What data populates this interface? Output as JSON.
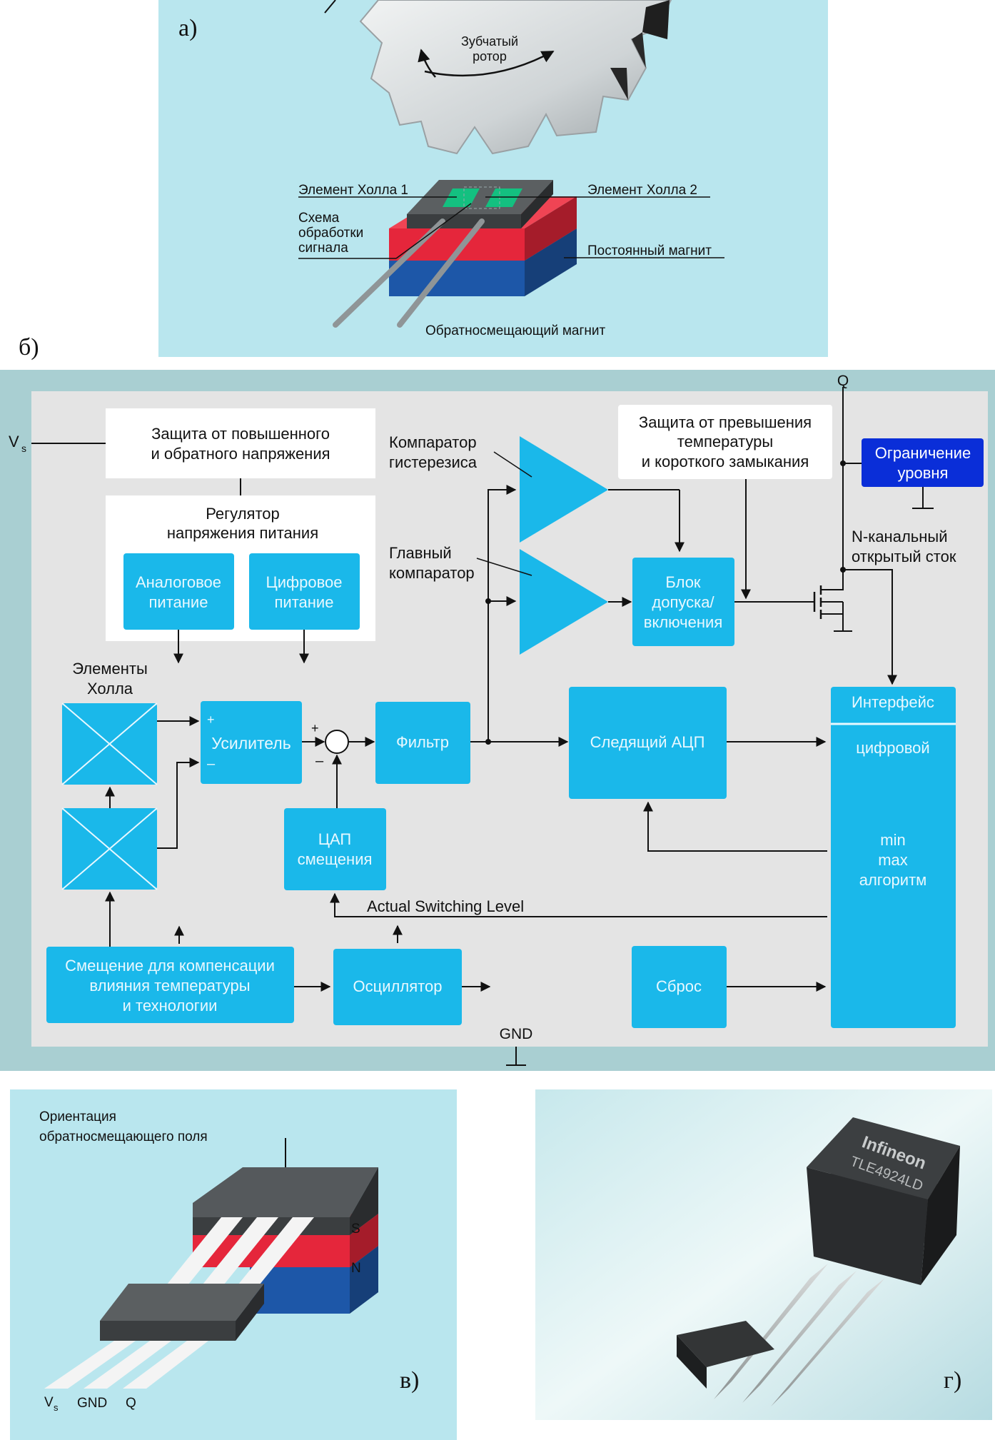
{
  "figure_labels": {
    "a": "а)",
    "b": "б)",
    "v": "в)",
    "g": "г)"
  },
  "panel_a": {
    "rotor_label_1": "Зубчатый",
    "rotor_label_2": "ротор",
    "hall_1": "Элемент Холла 1",
    "hall_2": "Элемент Холла 2",
    "signal_1": "Схема",
    "signal_2": "обработки",
    "signal_3": "сигнала",
    "permanent_magnet": "Постоянный магнит",
    "back_bias_magnet": "Обратносмещающий магнит"
  },
  "panel_b": {
    "vs": "V",
    "vs_sub": "s",
    "q": "Q",
    "gnd": "GND",
    "protection_voltage_1": "Защита от повышенного",
    "protection_voltage_2": "и обратного напряжения",
    "regulator_1": "Регулятор",
    "regulator_2": "напряжения питания",
    "analog_1": "Аналоговое",
    "analog_2": "питание",
    "digital_1": "Цифровое",
    "digital_2": "питание",
    "hall_elements_1": "Элементы",
    "hall_elements_2": "Холла",
    "amplifier": "Усилитель",
    "amp_plus": "+",
    "amp_minus": "–",
    "sum_plus": "+",
    "sum_minus": "–",
    "filter": "Фильтр",
    "dac_1": "ЦАП",
    "dac_2": "смещения",
    "hyst_comp_1": "Компаратор",
    "hyst_comp_2": "гистерезиса",
    "main_comp_1": "Главный",
    "main_comp_2": "компаратор",
    "temp_protect_1": "Защита от превышения",
    "temp_protect_2": "температуры",
    "temp_protect_3": "и короткого замыкания",
    "gate_1": "Блок",
    "gate_2": "допуска/",
    "gate_3": "включения",
    "limit_1": "Ограничение",
    "limit_2": "уровня",
    "nch_1": "N-канальный",
    "nch_2": "открытый сток",
    "adc": "Следящий АЦП",
    "interface_title": "Интерфейс",
    "interface_digital": "цифровой",
    "minmax_1": "min",
    "minmax_2": "max",
    "minmax_3": "алгоритм",
    "switching_level": "Actual Switching Level",
    "bias_1": "Смещение для компенсации",
    "bias_2": "влияния температуры",
    "bias_3": "и технологии",
    "oscillator": "Осциллятор",
    "reset": "Сброс"
  },
  "panel_v": {
    "orientation_1": "Ориентация",
    "orientation_2": "обратносмещающего поля",
    "pole_s": "S",
    "pole_n": "N",
    "pin_vs": "V",
    "pin_vs_sub": "s",
    "pin_gnd": "GND",
    "pin_q": "Q"
  },
  "panel_g": {
    "chip_brand": "Infineon",
    "chip_part": "TLE4924LD"
  },
  "colors": {
    "panel_bg": "#b9e6ee",
    "diagram_frame": "#a9cfd2",
    "diagram_inner": "#e4e4e4",
    "block_cyan": "#1ab8ea",
    "block_dark_blue": "#0a2ed8",
    "magnet_red": "#e5263b",
    "magnet_blue": "#1d57a8",
    "hall_green": "#14c080",
    "chip_grey": "#4e5154"
  }
}
